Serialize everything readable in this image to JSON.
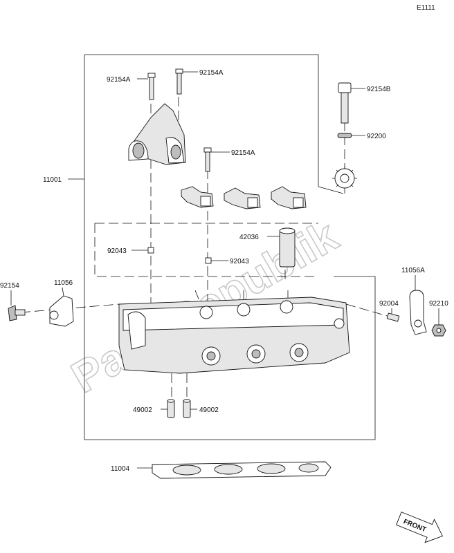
{
  "diagram_code": "E1111",
  "watermark": "PartsRepublik",
  "direction_label": "FRONT",
  "parts": {
    "p92154A_left": "92154A",
    "p92154A_right": "92154A",
    "p92154A_mid": "92154A",
    "p92154B": "92154B",
    "p92200": "92200",
    "p11001": "11001",
    "p92043_left": "92043",
    "p92043_right": "92043",
    "p42036": "42036",
    "p92154": "92154",
    "p11056": "11056",
    "p11056A": "11056A",
    "p92004": "92004",
    "p92210": "92210",
    "p49002_left": "49002",
    "p49002_right": "49002",
    "p11004": "11004"
  }
}
